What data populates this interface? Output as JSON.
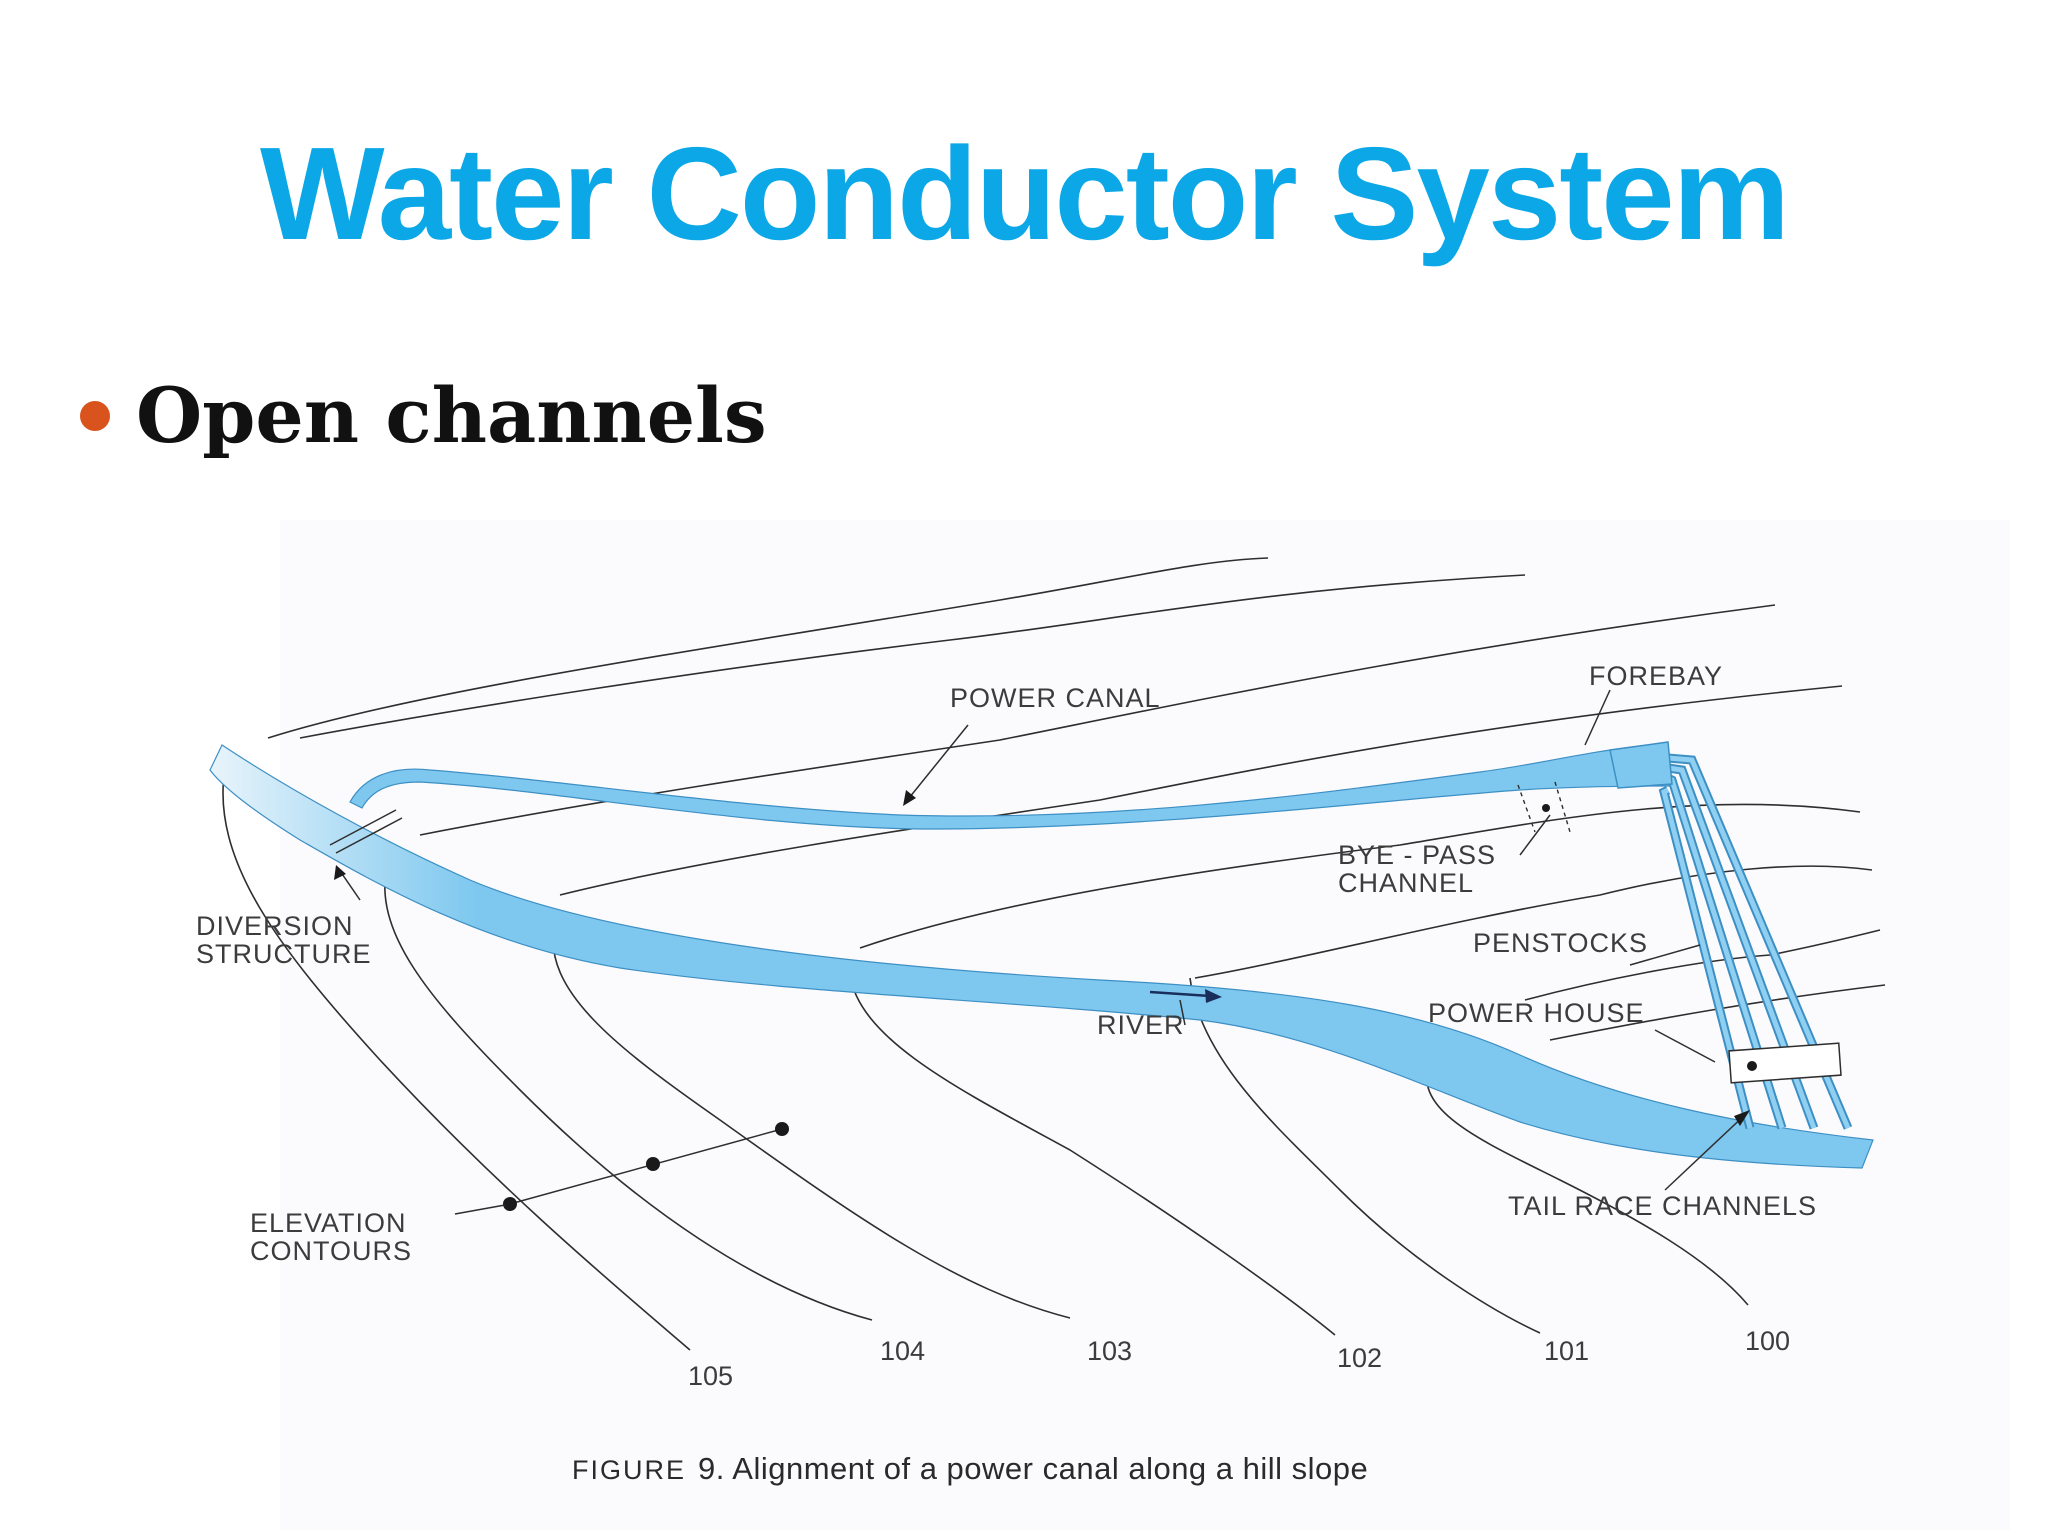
{
  "slide": {
    "title": "Water Conductor System",
    "bullet": "Open channels"
  },
  "colors": {
    "title": "#0ba7e6",
    "bullet_dot": "#d9531e",
    "water_fill": "#7ec8ef",
    "water_edge": "#3d8fc4"
  },
  "figure": {
    "labels": {
      "power_canal": "POWER CANAL",
      "forebay": "FOREBAY",
      "bye_pass_line1": "BYE - PASS",
      "bye_pass_line2": "CHANNEL",
      "diversion_line1": "DIVERSION",
      "diversion_line2": "STRUCTURE",
      "penstocks": "PENSTOCKS",
      "power_house": "POWER HOUSE",
      "river": "RIVER",
      "tail_race": "TAIL RACE CHANNELS",
      "elevation_line1": "ELEVATION",
      "elevation_line2": "CONTOURS"
    },
    "contour_values": [
      "105",
      "104",
      "103",
      "102",
      "101",
      "100"
    ],
    "caption": {
      "figure_word": "FIGURE",
      "text": "9.  Alignment of a power canal along a hill slope"
    }
  },
  "icons": [
    "bullet-dot-icon",
    "flow-arrow-icon"
  ]
}
